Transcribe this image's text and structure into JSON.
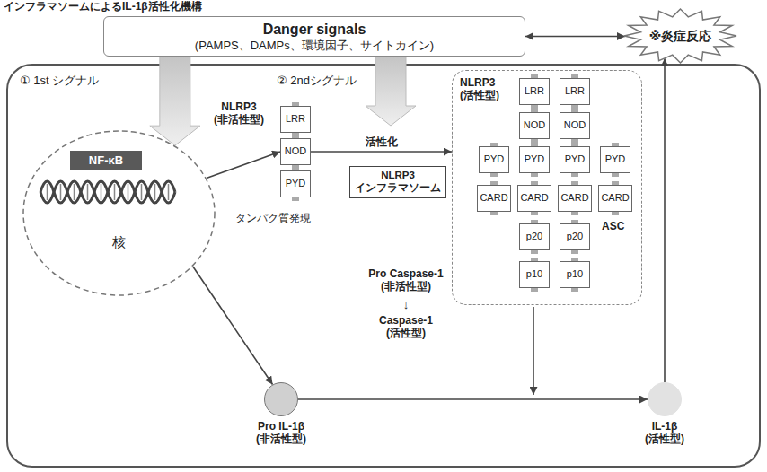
{
  "diagram": {
    "title": "インフラマソームによるIL-1β活性化機構",
    "nodes": [
      {
        "text": [
          "Danger signals",
          "(PAMPS、DAMPs、環境因子、サイトカイン)"
        ]
      },
      {
        "text": [
          "※炎症反応"
        ]
      },
      {
        "text": [
          "核"
        ]
      },
      {
        "text": [
          "NF-κB"
        ],
        "in": 2
      },
      {
        "text": [
          "LRR"
        ]
      },
      {
        "text": [
          "NOD"
        ]
      },
      {
        "text": [
          "PYD"
        ]
      },
      {
        "text": [
          "NLRP3 (活性型)",
          "ASC"
        ]
      },
      {
        "text": [
          "NLRP3 インフラマソーム"
        ]
      },
      {
        "text": [
          "PYD"
        ],
        "in": 7
      },
      {
        "text": [
          "CARD"
        ],
        "in": 7
      },
      {
        "text": [
          "LRR"
        ],
        "in": 7
      },
      {
        "text": [
          "NOD"
        ],
        "in": 7
      },
      {
        "text": [
          "PYD"
        ],
        "in": 7
      },
      {
        "text": [
          "CARD"
        ],
        "in": 7
      },
      {
        "text": [
          "p20"
        ],
        "in": 7
      },
      {
        "text": [
          "p10"
        ],
        "in": 7
      },
      {
        "text": [
          "LRR"
        ],
        "in": 7
      },
      {
        "text": [
          "NOD"
        ],
        "in": 7
      },
      {
        "text": [
          "PYD"
        ],
        "in": 7
      },
      {
        "text": [
          "CARD"
        ],
        "in": 7
      },
      {
        "text": [
          "p20"
        ],
        "in": 7
      },
      {
        "text": [
          "p10"
        ],
        "in": 7
      },
      {
        "text": [
          "PYD"
        ],
        "in": 7
      },
      {
        "text": [
          "CARD"
        ],
        "in": 7
      },
      {
        "text": [
          "Pro IL-1β (非活性型)"
        ]
      },
      {
        "text": [
          "IL-1β (活性型)"
        ]
      }
    ],
    "edges": [
      {
        "from": 0,
        "to": 1,
        "arrow": "both"
      },
      {
        "from": 0,
        "to": 2,
        "arrow": "to"
      },
      {
        "from": 2,
        "to": 5,
        "arrow": "to"
      },
      {
        "from": 2,
        "to": 25,
        "arrow": "to"
      },
      {
        "from": 5,
        "to": 7,
        "arrow": "to",
        "label": "活性化"
      },
      {
        "from": 25,
        "to": 26,
        "arrow": "to"
      },
      {
        "from": 26,
        "to": 1,
        "arrow": "to"
      }
    ],
    "labels": [
      "① 1st シグナル",
      "② 2ndシグナル",
      "NLRP3 (非活性型)",
      "タンパク質発現",
      "Pro Caspase-1 (非活性型)",
      "↓",
      "Caspase-1 (活性型)"
    ]
  }
}
